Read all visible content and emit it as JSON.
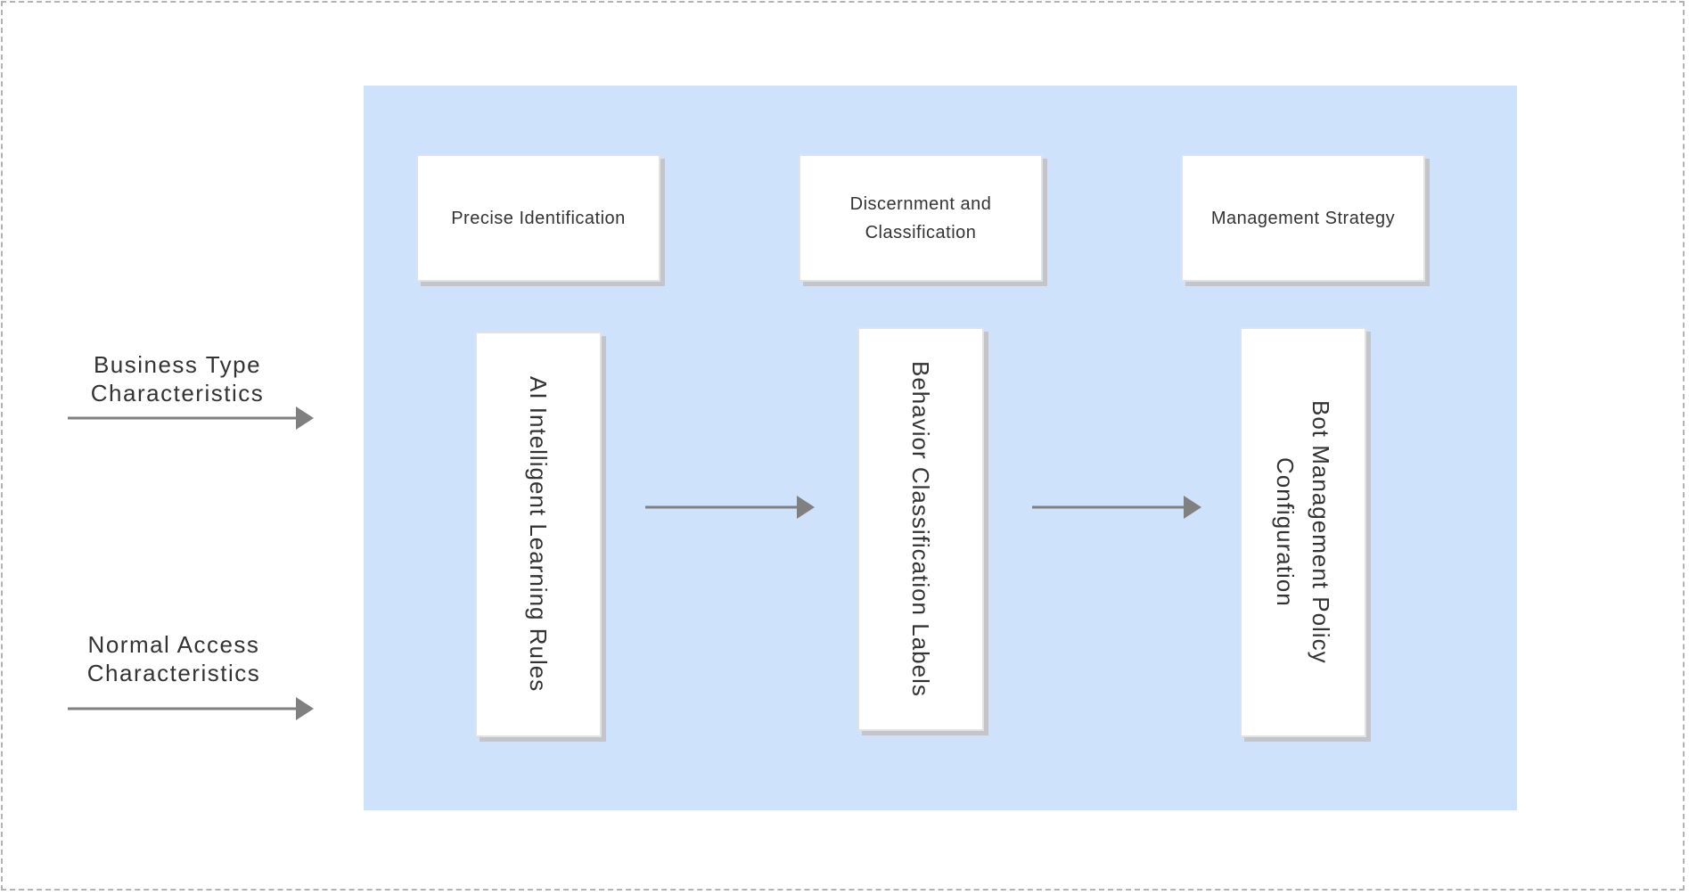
{
  "colors": {
    "panel_background": "#cfe2fc",
    "box_background": "#ffffff",
    "box_shadow": "#c2c6cc",
    "arrow": "#808080",
    "text": "#333333",
    "frame_border": "#b3b3b3"
  },
  "inputs": [
    {
      "line1": "Business Type",
      "line2": "Characteristics"
    },
    {
      "line1": "Normal Access",
      "line2": "Characteristics"
    }
  ],
  "stages": [
    {
      "header": {
        "line1": "Precise Identification",
        "line2": ""
      },
      "column": {
        "line1": "AI Intelligent Learning Rules",
        "line2": ""
      }
    },
    {
      "header": {
        "line1": "Discernment and",
        "line2": "Classification"
      },
      "column": {
        "line1": "Behavior Classification Labels",
        "line2": ""
      }
    },
    {
      "header": {
        "line1": "Management Strategy",
        "line2": ""
      },
      "column": {
        "line1": "Bot Management Policy",
        "line2": "Configuration"
      }
    }
  ]
}
